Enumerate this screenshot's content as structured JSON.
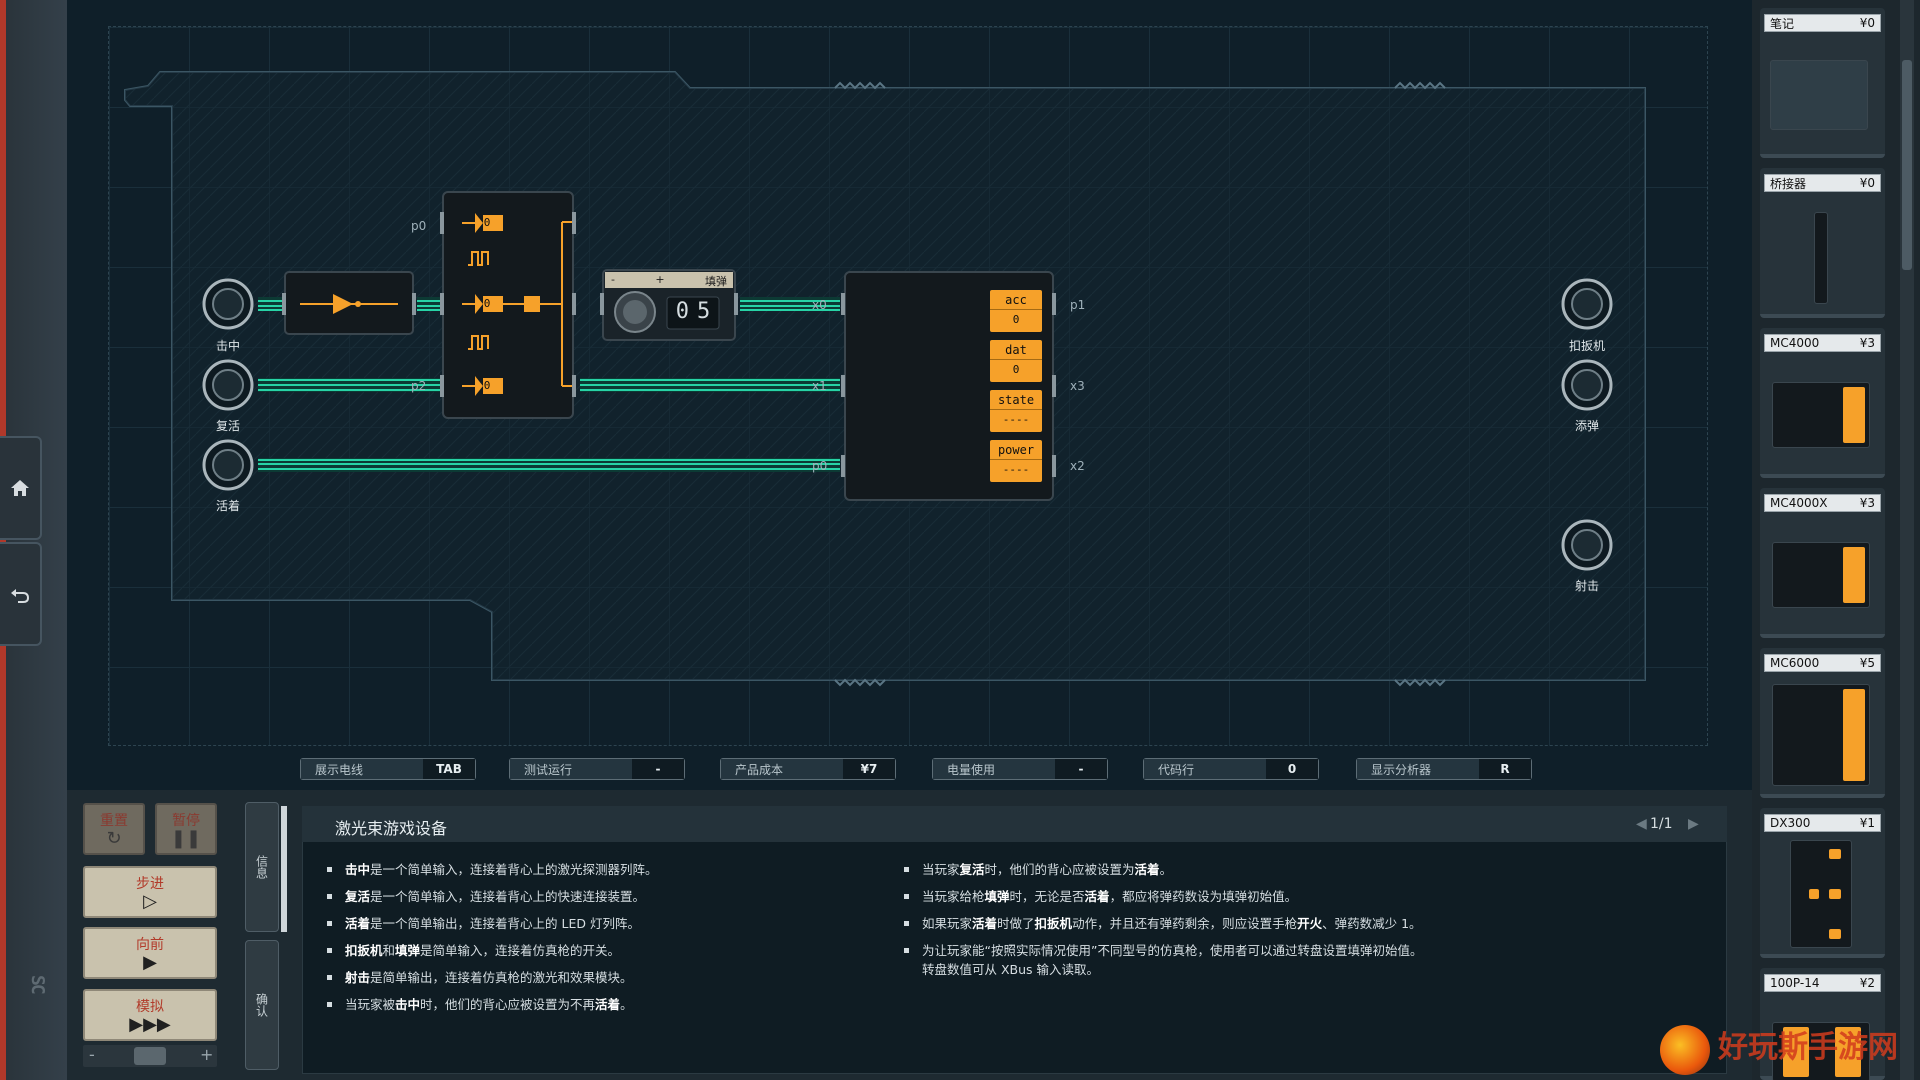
{
  "circuit": {
    "inputs": [
      {
        "label": "击中"
      },
      {
        "label": "复活"
      },
      {
        "label": "活着"
      }
    ],
    "outputs": [
      {
        "label": "扣扳机"
      },
      {
        "label": "添弹"
      },
      {
        "label": "射击"
      }
    ],
    "dial": {
      "label": "填弹",
      "value": "05",
      "minus": "-",
      "plus": "+"
    },
    "logic_chip": {
      "values": [
        "0",
        "0",
        "0"
      ],
      "pins": [
        "p0",
        "p2"
      ]
    },
    "mc_chip": {
      "registers": [
        {
          "name": "acc",
          "value": "0"
        },
        {
          "name": "dat",
          "value": "0"
        },
        {
          "name": "state",
          "value": "----"
        },
        {
          "name": "power",
          "value": "----"
        }
      ],
      "left_pins": [
        "x0",
        "x1",
        "p0"
      ],
      "right_pins": [
        "p1",
        "x3",
        "x2"
      ]
    }
  },
  "status_bar": [
    {
      "label": "展示电线",
      "value": "TAB"
    },
    {
      "label": "测试运行",
      "value": "-"
    },
    {
      "label": "产品成本",
      "value": "¥7"
    },
    {
      "label": "电量使用",
      "value": "-"
    },
    {
      "label": "代码行",
      "value": "0"
    },
    {
      "label": "显示分析器",
      "value": "R"
    }
  ],
  "controls": {
    "reset": {
      "label": "重置",
      "glyph": "↻"
    },
    "pause": {
      "label": "暂停",
      "glyph": "❚❚"
    },
    "step": {
      "label": "步进",
      "glyph": "▷"
    },
    "forward": {
      "label": "向前",
      "glyph": "▶"
    },
    "simulate": {
      "label": "模拟",
      "glyph": "▶▶▶"
    },
    "speed_minus": "-",
    "speed_plus": "+"
  },
  "side_tabs": {
    "info": "信息",
    "verify": "确认"
  },
  "document": {
    "title": "激光束游戏设备",
    "page": "1/1",
    "left_bullets": [
      [
        {
          "t": "击中",
          "b": true
        },
        {
          "t": "是一个简单输入，连接着背心上的激光探测器列阵。"
        }
      ],
      [
        {
          "t": "复活",
          "b": true
        },
        {
          "t": "是一个简单输入，连接着背心上的快速连接装置。"
        }
      ],
      [
        {
          "t": "活着",
          "b": true
        },
        {
          "t": "是一个简单输出，连接着背心上的 LED 灯列阵。"
        }
      ],
      [
        {
          "t": "扣扳机",
          "b": true
        },
        {
          "t": "和"
        },
        {
          "t": "填弹",
          "b": true
        },
        {
          "t": "是简单输入，连接着仿真枪的开关。"
        }
      ],
      [
        {
          "t": "射击",
          "b": true
        },
        {
          "t": "是简单输出，连接着仿真枪的激光和效果模块。"
        }
      ],
      [
        {
          "t": "当玩家被"
        },
        {
          "t": "击中",
          "b": true
        },
        {
          "t": "时，他们的背心应被设置为不再"
        },
        {
          "t": "活着",
          "b": true
        },
        {
          "t": "。"
        }
      ]
    ],
    "right_bullets": [
      [
        {
          "t": "当玩家"
        },
        {
          "t": "复活",
          "b": true
        },
        {
          "t": "时，他们的背心应被设置为"
        },
        {
          "t": "活着",
          "b": true
        },
        {
          "t": "。"
        }
      ],
      [
        {
          "t": "当玩家给枪"
        },
        {
          "t": "填弹",
          "b": true
        },
        {
          "t": "时，无论是否"
        },
        {
          "t": "活着",
          "b": true
        },
        {
          "t": "，都应将弹药数设为填弹初始值。"
        }
      ],
      [
        {
          "t": "如果玩家"
        },
        {
          "t": "活着",
          "b": true
        },
        {
          "t": "时做了"
        },
        {
          "t": "扣扳机",
          "b": true
        },
        {
          "t": "动作，并且还有弹药剩余，则应设置手枪"
        },
        {
          "t": "开火",
          "b": true
        },
        {
          "t": "、弹药数减少 1。"
        }
      ],
      [
        {
          "t": "为让玩家能“按照实际情况使用”不同型号的仿真枪，使用者可以通过转盘设置填弹初始值。"
        }
      ],
      [
        {
          "t": "转盘数值可从 XBus 输入读取。"
        }
      ]
    ]
  },
  "shop": [
    {
      "name": "笔记",
      "price": "¥0"
    },
    {
      "name": "桥接器",
      "price": "¥0"
    },
    {
      "name": "MC4000",
      "price": "¥3"
    },
    {
      "name": "MC4000X",
      "price": "¥3"
    },
    {
      "name": "MC6000",
      "price": "¥5"
    },
    {
      "name": "DX300",
      "price": "¥1"
    },
    {
      "name": "100P-14",
      "price": "¥2"
    }
  ],
  "watermark": "好玩斯手游网",
  "colors": {
    "accent": "#f6a12a",
    "wire": "#27d3a6",
    "alarm": "#b0382a"
  }
}
